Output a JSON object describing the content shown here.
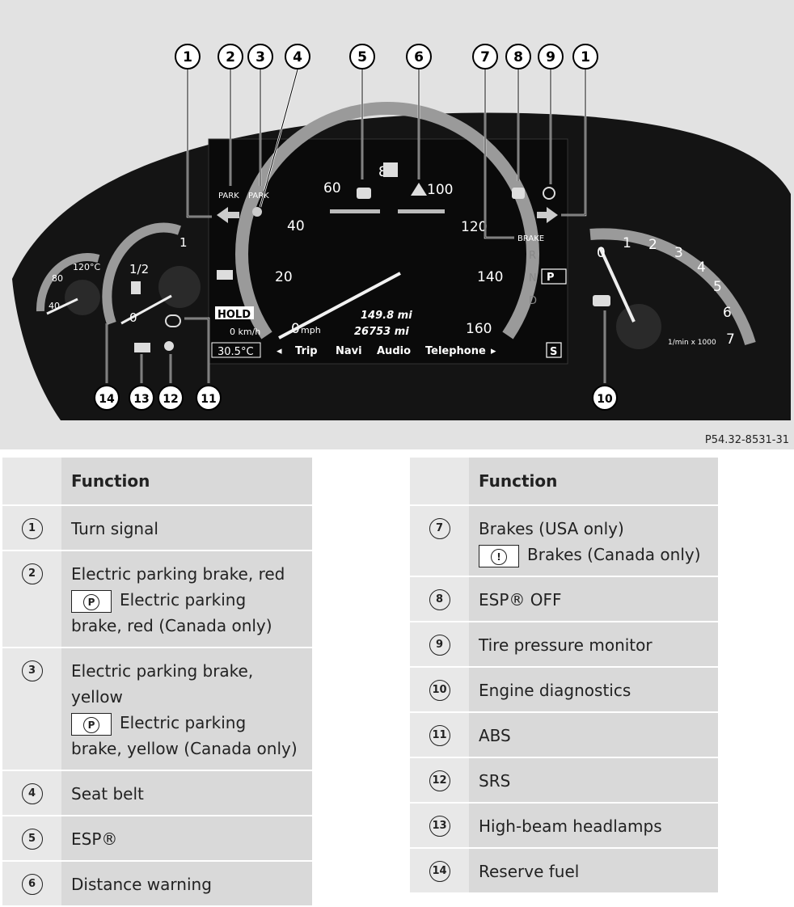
{
  "figure": {
    "ref_code": "P54.32-8531-31",
    "callouts": [
      "1",
      "2",
      "3",
      "4",
      "5",
      "6",
      "7",
      "8",
      "9",
      "1",
      "10",
      "11",
      "12",
      "13",
      "14"
    ],
    "park_labels": [
      "PARK",
      "PARK"
    ],
    "speedometer": {
      "ticks": [
        "40",
        "60",
        "80",
        "100",
        "120",
        "140",
        "160",
        "20",
        "0"
      ],
      "unit_mph": "mph",
      "unit_kmh": "0 km/h",
      "trip_mi": "149.8 mi",
      "odo_mi": "26753 mi",
      "brake_label": "BRAKE",
      "gears": [
        "R",
        "N",
        "D"
      ],
      "gear_selected": "P",
      "s_indicator": "S"
    },
    "menu": [
      "Trip",
      "Navi",
      "Audio",
      "Telephone"
    ],
    "hold_label": "HOLD",
    "outside_temp": "30.5°C",
    "fuel": {
      "full": "1",
      "half": "1/2",
      "empty": "0"
    },
    "coolant": {
      "high": "120°C",
      "mid": "80",
      "low": "40"
    },
    "tachometer": {
      "ticks": [
        "0",
        "1",
        "2",
        "3",
        "4",
        "5",
        "6",
        "7"
      ],
      "unit": "1/min x 1000"
    }
  },
  "table_left": {
    "header": "Function",
    "rows": [
      {
        "num": "1",
        "lines": [
          "Turn signal"
        ]
      },
      {
        "num": "2",
        "lines": [
          "Electric parking brake, red"
        ],
        "sym": "P",
        "sym_text": "Electric parking",
        "tail": "brake, red (Canada only)"
      },
      {
        "num": "3",
        "lines": [
          "Electric parking brake,",
          "yellow"
        ],
        "sym": "P",
        "sym_text": "Electric parking",
        "tail": "brake, yellow (Canada only)"
      },
      {
        "num": "4",
        "lines": [
          "Seat belt"
        ]
      },
      {
        "num": "5",
        "lines": [
          "ESP®"
        ]
      },
      {
        "num": "6",
        "lines": [
          "Distance warning"
        ]
      }
    ]
  },
  "table_right": {
    "header": "Function",
    "rows": [
      {
        "num": "7",
        "lines": [
          "Brakes (USA only)"
        ],
        "sym": "!",
        "sym_text": "Brakes (Canada only)"
      },
      {
        "num": "8",
        "lines": [
          "ESP® OFF"
        ]
      },
      {
        "num": "9",
        "lines": [
          "Tire pressure monitor"
        ]
      },
      {
        "num": "10",
        "lines": [
          "Engine diagnostics"
        ]
      },
      {
        "num": "11",
        "lines": [
          "ABS"
        ]
      },
      {
        "num": "12",
        "lines": [
          "SRS"
        ]
      },
      {
        "num": "13",
        "lines": [
          "High-beam headlamps"
        ]
      },
      {
        "num": "14",
        "lines": [
          "Reserve fuel"
        ]
      }
    ]
  }
}
